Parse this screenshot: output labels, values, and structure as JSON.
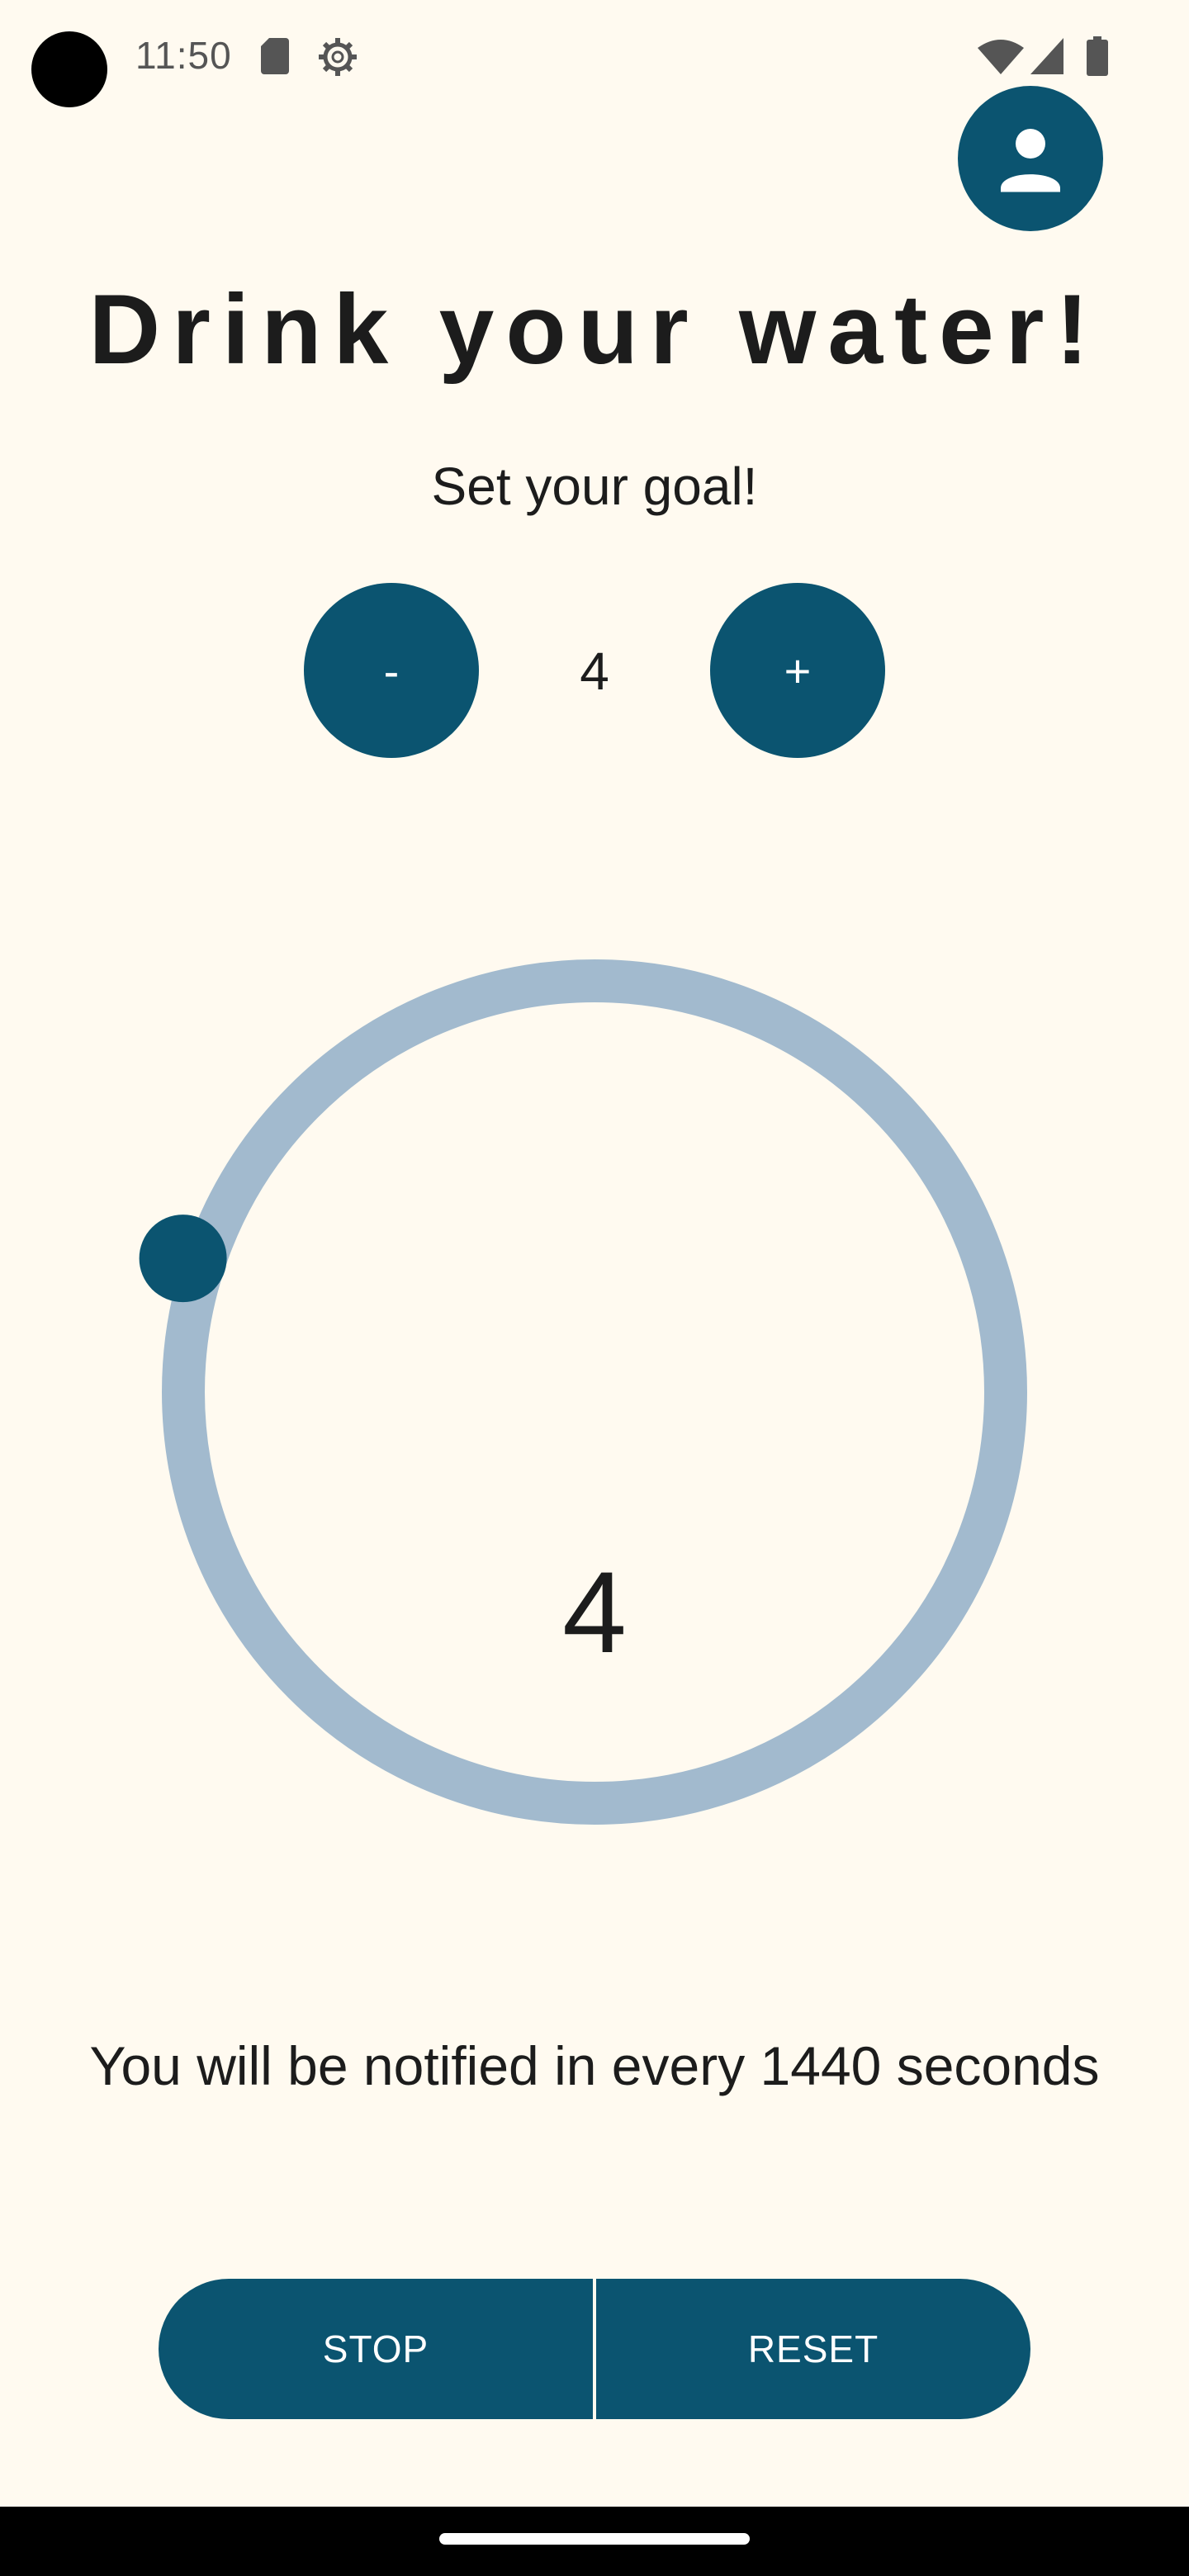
{
  "status_bar": {
    "time": "11:50",
    "icons": [
      "sd-card-icon",
      "gear-icon",
      "wifi-icon",
      "signal-icon",
      "battery-icon"
    ]
  },
  "profile": {
    "icon": "person-icon"
  },
  "title": "Drink your water!",
  "goal": {
    "label": "Set your goal!",
    "decrease_label": "-",
    "increase_label": "+",
    "value": "4"
  },
  "progress": {
    "count": "4",
    "fraction": 0.05
  },
  "notification": {
    "text": "You will be notified in every 1440 seconds"
  },
  "actions": {
    "stop_label": "STOP",
    "reset_label": "RESET"
  },
  "colors": {
    "background": "#FFFAF0",
    "accent": "#0B5470",
    "ring_track": "#A2BACE",
    "text": "#1C1C1C"
  }
}
